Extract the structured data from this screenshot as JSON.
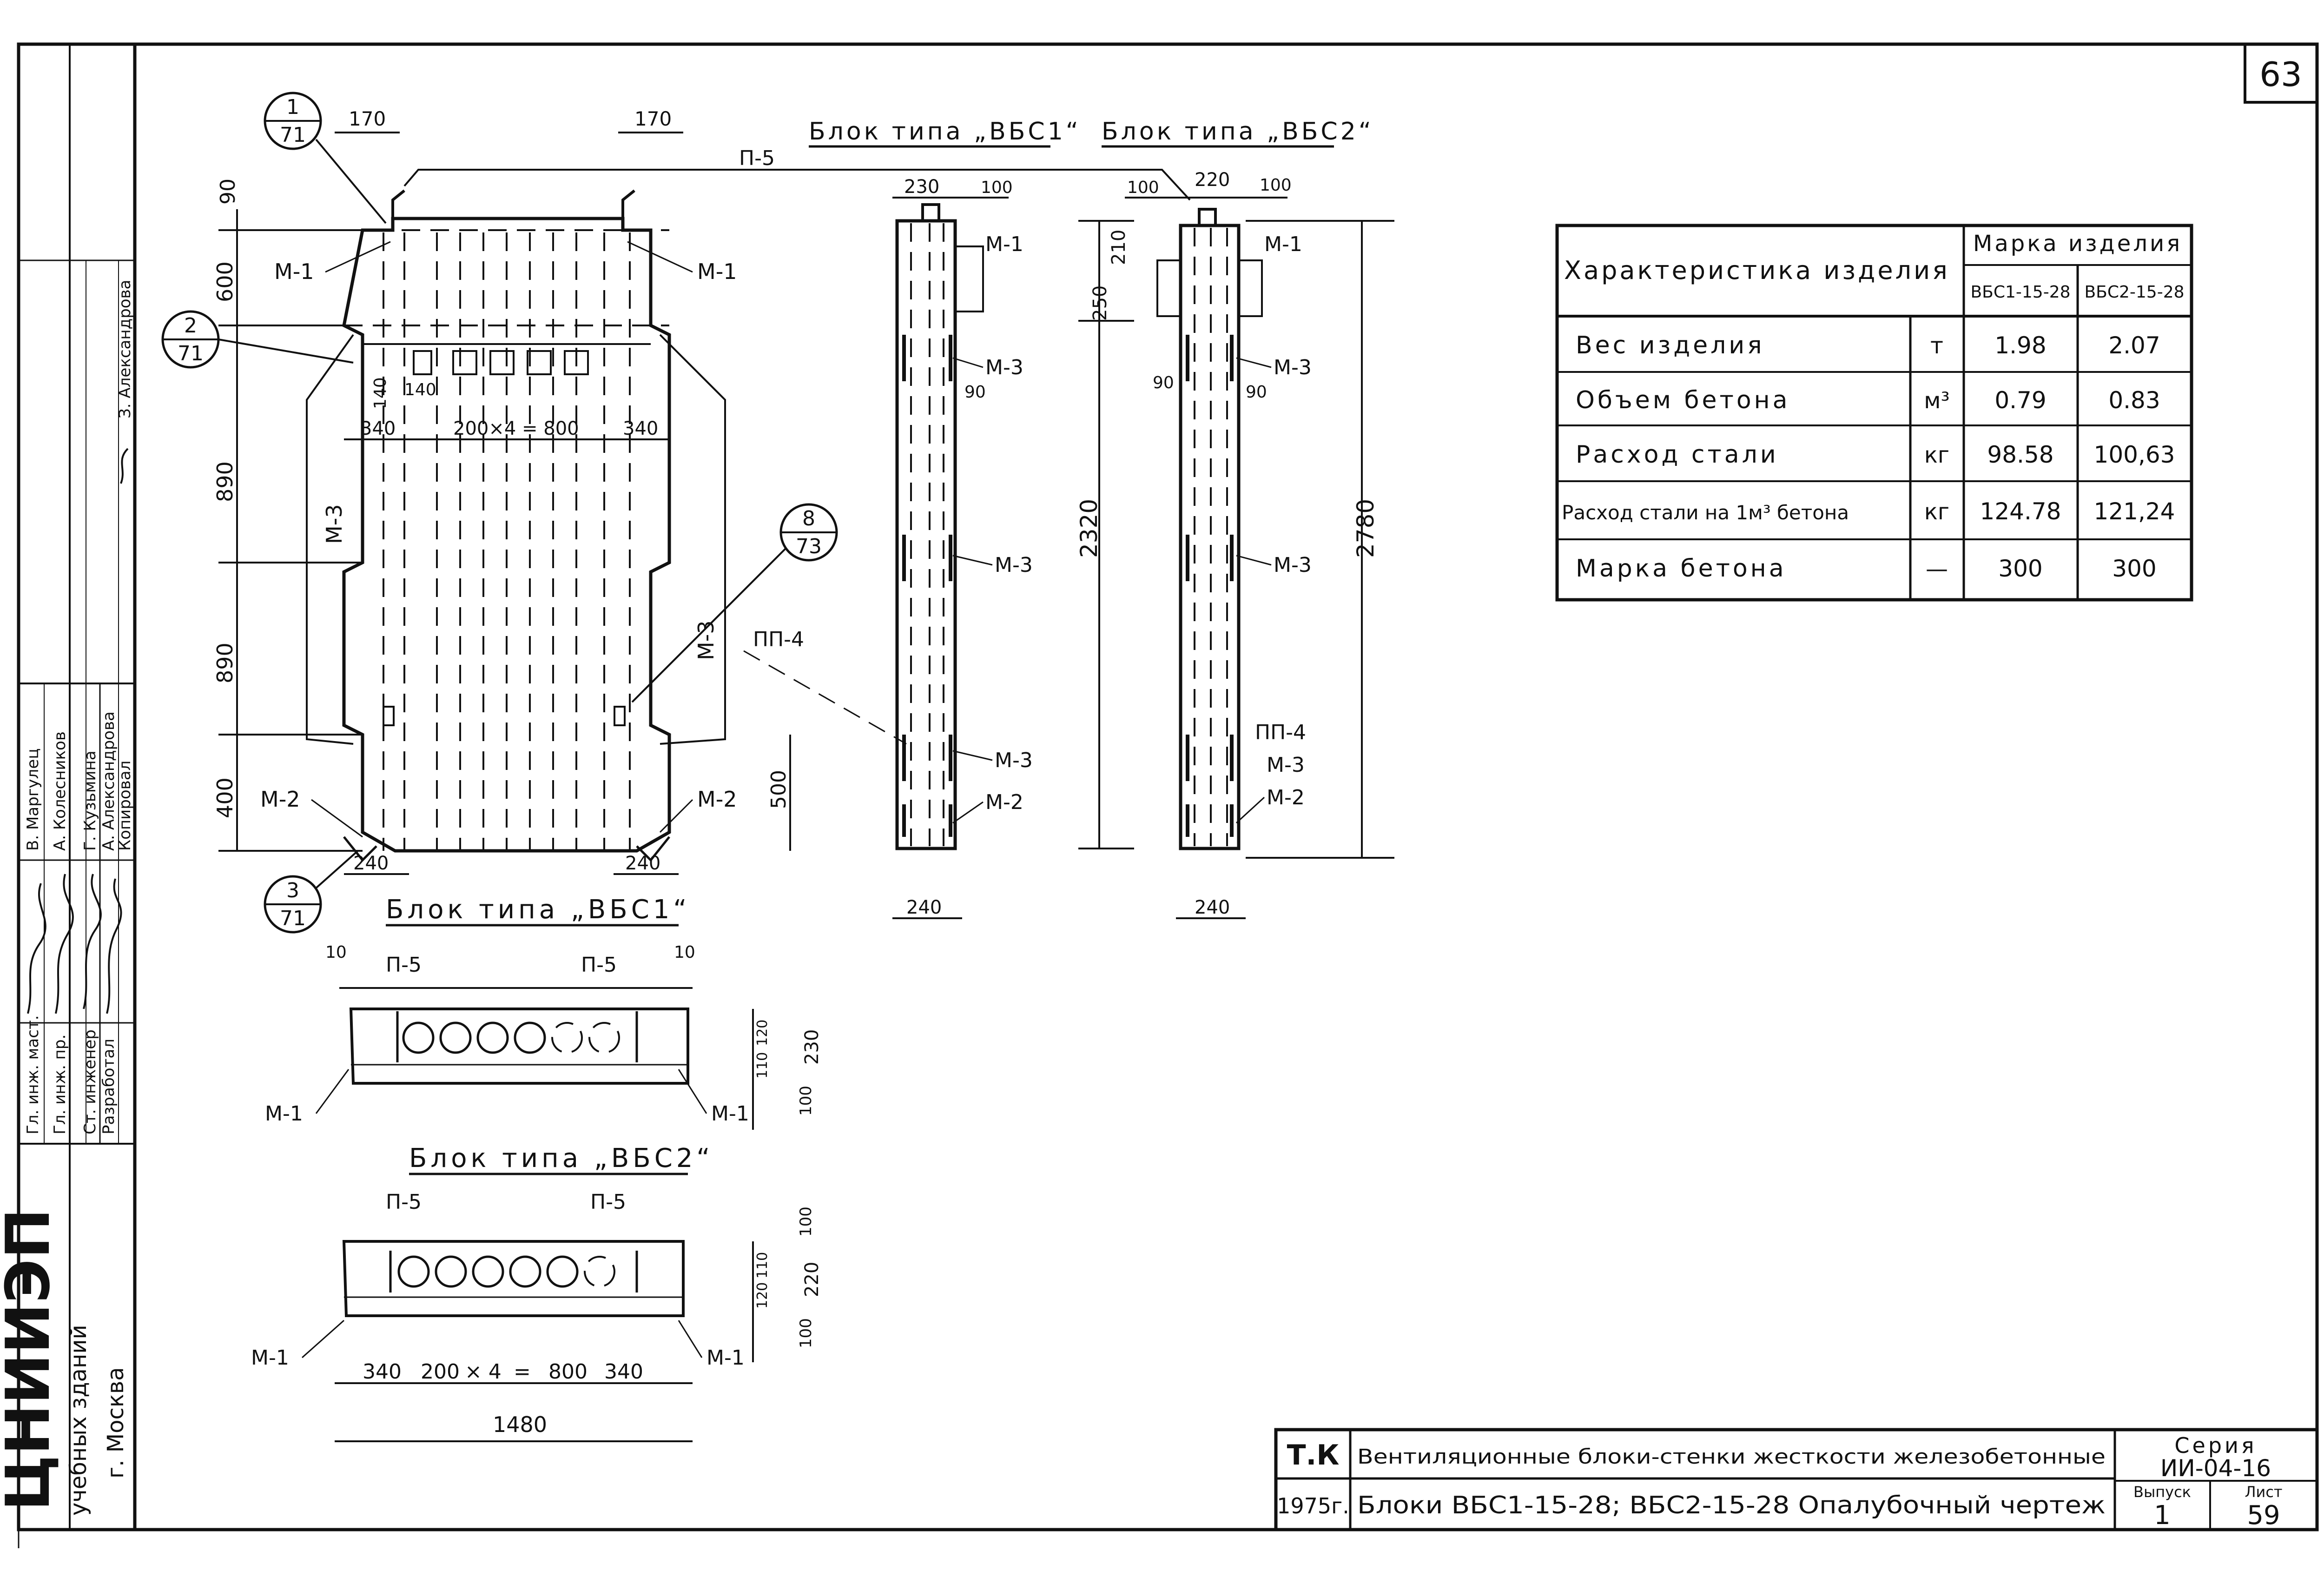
{
  "sheet_number": "63",
  "side_stamp": {
    "org_lines": [
      "ЦНИИЭП",
      "учебных зданий",
      "г. Москва"
    ],
    "rows": [
      {
        "role": "Гл. инж. маст.",
        "name": "В. Маргулец",
        "signature": "signature"
      },
      {
        "role": "Гл. инж. пр.",
        "name": "А. Колесников",
        "signature": "signature"
      },
      {
        "role": "Ст. инженер",
        "name": "Г. Кузьмина",
        "signature": "signature"
      },
      {
        "role": "Разработал",
        "name": "А. Александрова",
        "signature": "signature"
      },
      {
        "role": "Копировал",
        "name": "З. Александрова",
        "signature": "signature"
      }
    ]
  },
  "titles": {
    "vbs1_top": "Блок типа „ВБС1“",
    "vbs2_top": "Блок типа „ВБС2“",
    "vbs1_bottom": "Блок типа „ВБС1“",
    "vbs1_plan": "Блок типа „ВБС1“",
    "vbs2_plan": "Блок типа „ВБС2“"
  },
  "callouts": [
    {
      "num": "1",
      "sheet": "71"
    },
    {
      "num": "2",
      "sheet": "71"
    },
    {
      "num": "3",
      "sheet": "71"
    },
    {
      "num": "8",
      "sheet": "73"
    }
  ],
  "labels": {
    "m1": "М-1",
    "m2": "М-2",
    "m3": "М-3",
    "p5": "П-5",
    "pp4": "ПП-4"
  },
  "dims": {
    "d170": "170",
    "d90": "90",
    "d600": "600",
    "d890": "890",
    "d400": "400",
    "d500": "500",
    "d240": "240",
    "d340": "340",
    "d140": "140",
    "d200x4": "200×4 = 800",
    "d230": "230",
    "d100": "100",
    "d220": "220",
    "d210": "210",
    "d250": "250",
    "d2320": "2320",
    "d2780": "2780",
    "d10": "10",
    "d120": "120",
    "d110": "110",
    "d1480": "1480",
    "plan_row": [
      "340",
      "200",
      "× 4",
      "=",
      "800",
      "340"
    ]
  },
  "spec_table": {
    "header_char": "Характеристика изделия",
    "header_mark": "Марка изделия",
    "marks": [
      "ВБС1-15-28",
      "ВБС2-15-28"
    ],
    "rows": [
      {
        "name": "Вес изделия",
        "unit": "т",
        "v1": "1.98",
        "v2": "2.07"
      },
      {
        "name": "Объем бетона",
        "unit": "м³",
        "v1": "0.79",
        "v2": "0.83"
      },
      {
        "name": "Расход стали",
        "unit": "кг",
        "v1": "98.58",
        "v2": "100,63"
      },
      {
        "name": "Расход стали на 1м³ бетона",
        "unit": "кг",
        "v1": "124.78",
        "v2": "121,24"
      },
      {
        "name": "Марка бетона",
        "unit": "—",
        "v1": "300",
        "v2": "300"
      }
    ]
  },
  "title_block": {
    "tk": "Т.К",
    "year": "1975г.",
    "line1": "Вентиляционные блоки-стенки жесткости железобетонные",
    "line2": "Блоки ВБС1-15-28; ВБС2-15-28 Опалубочный чертеж",
    "series_label": "Серия",
    "series": "ИИ-04-16",
    "issue_label": "Выпуск",
    "issue": "1",
    "sheet_label": "Лист",
    "sheet": "59"
  }
}
